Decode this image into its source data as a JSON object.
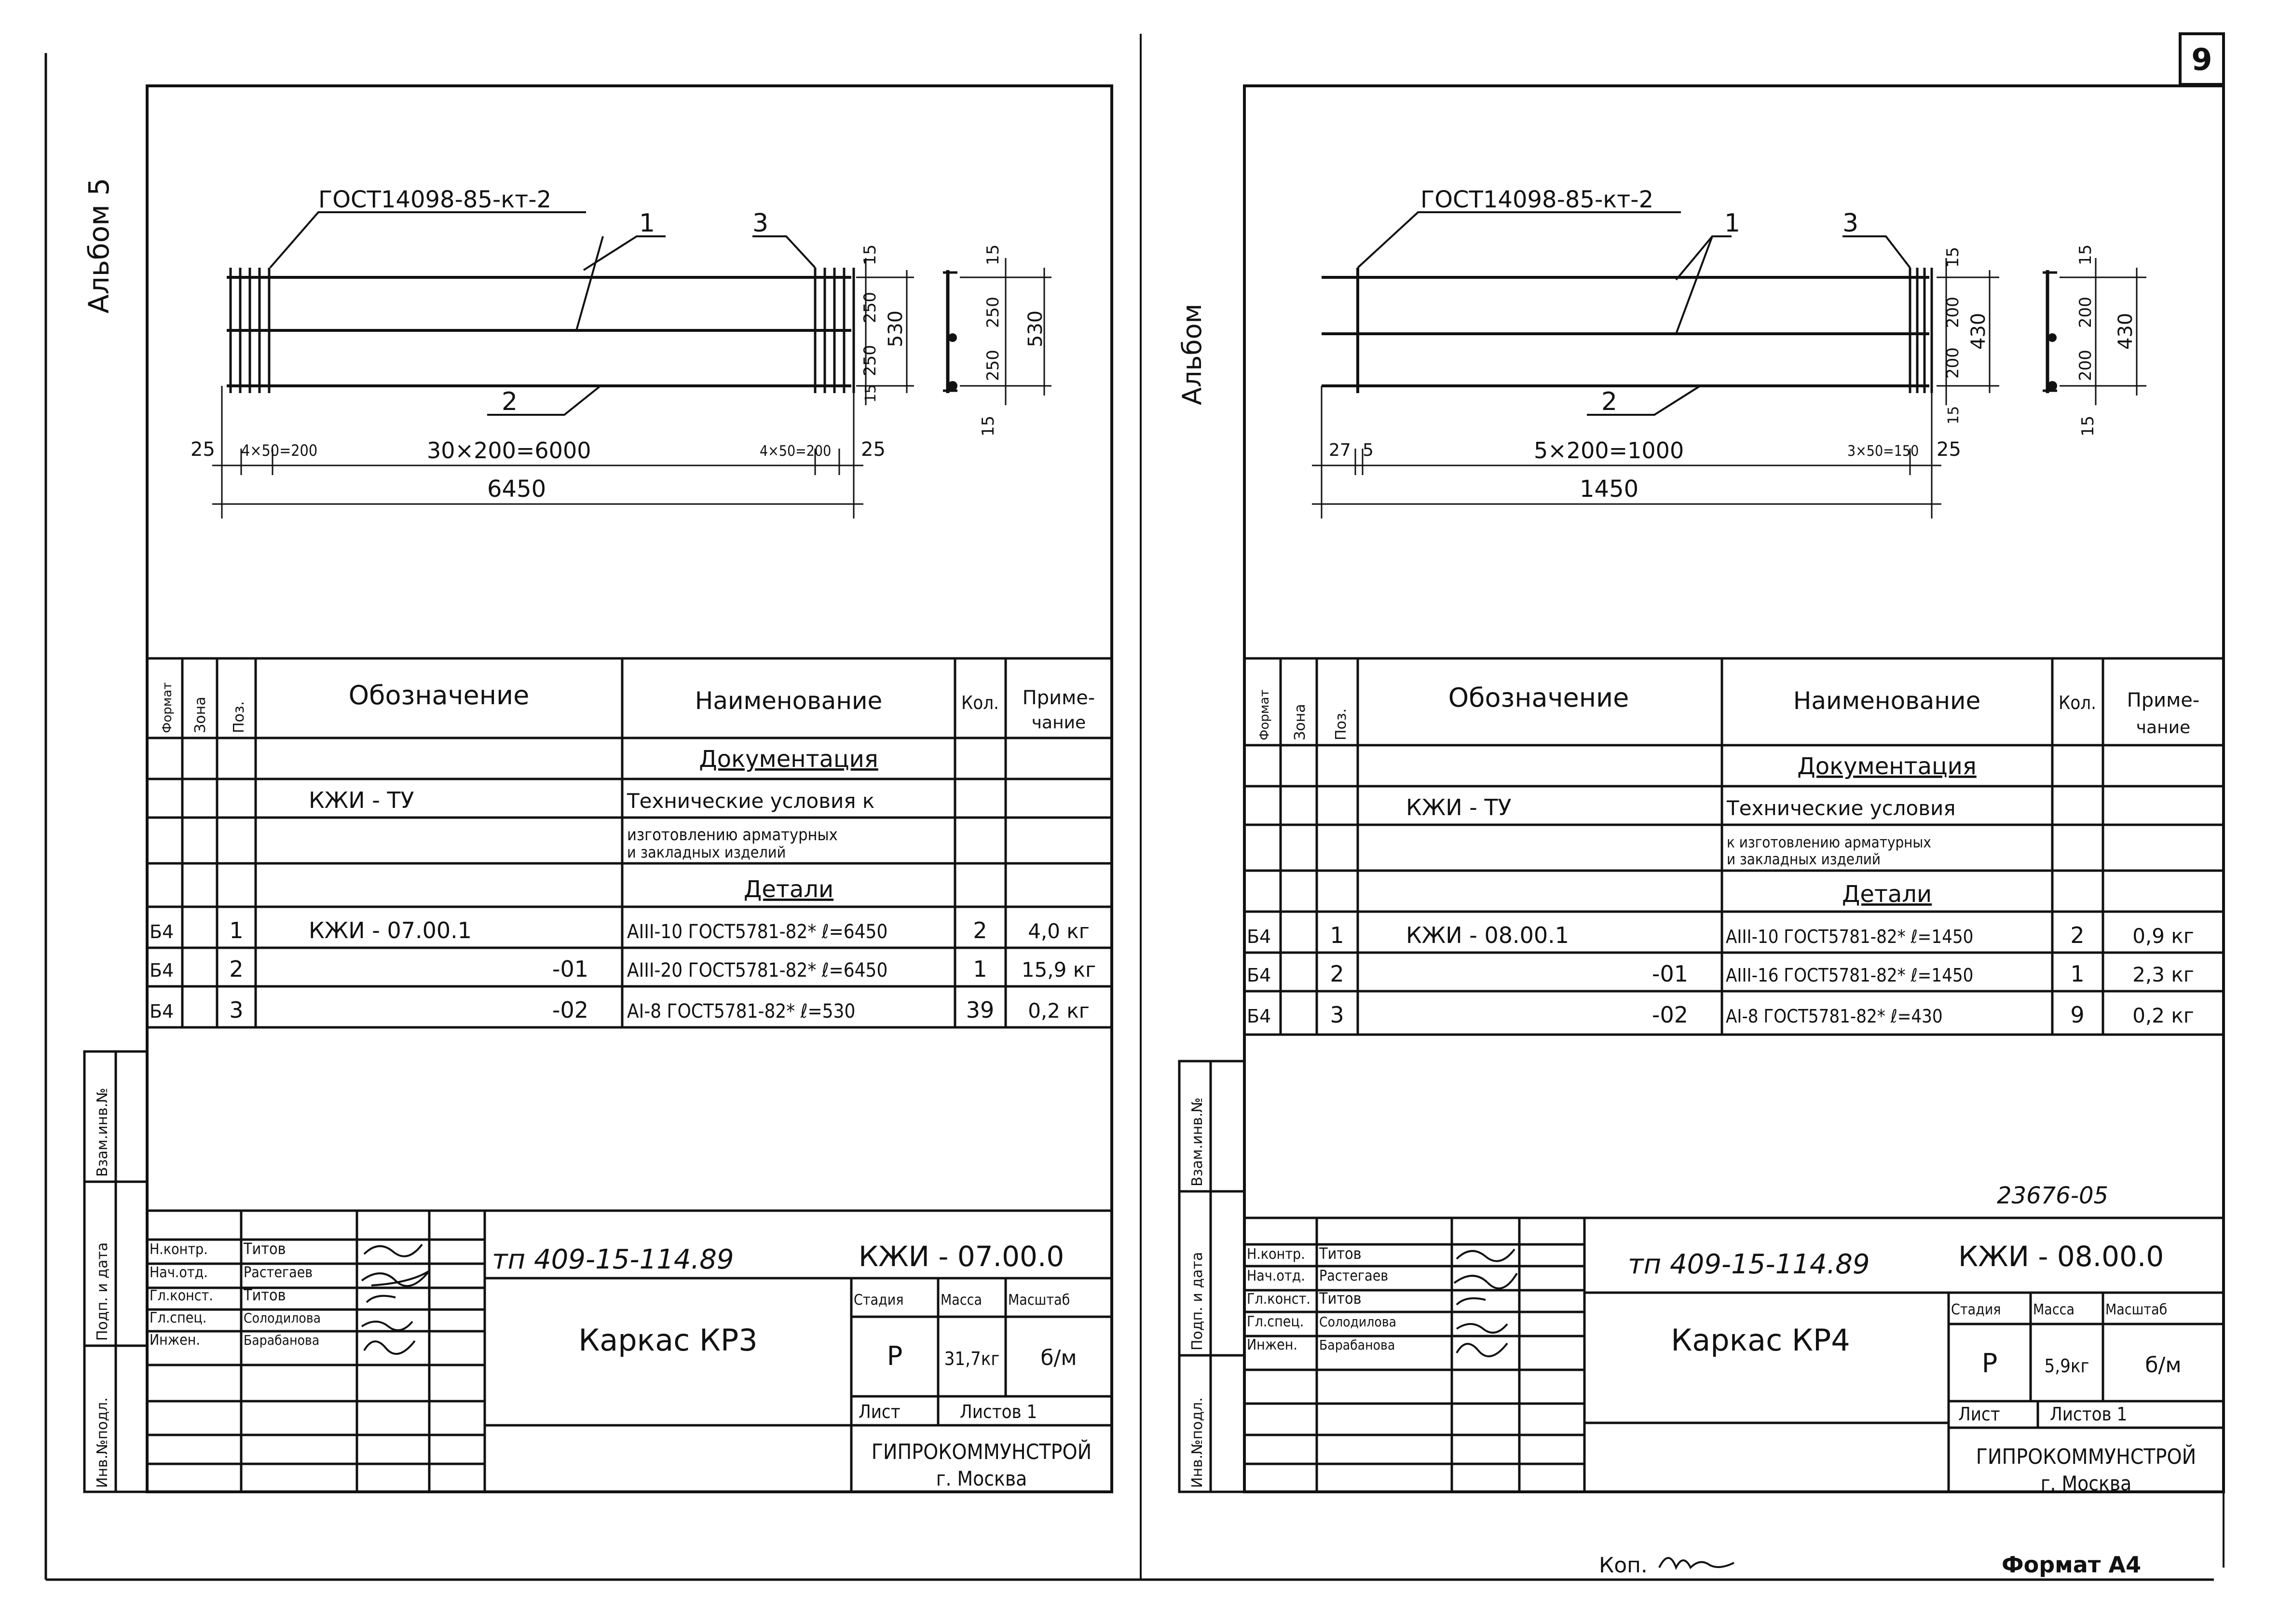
{
  "page_number": "9",
  "footer": {
    "copied": "Коп.",
    "copied_signature": "Signature",
    "format": "Формат А4"
  },
  "stamp_number": "23676-05",
  "sheets": [
    {
      "album": "Альбом 5",
      "drawing": {
        "gost_label": "ГОСТ14098-85-кт-2",
        "callouts": [
          "1",
          "2",
          "3"
        ],
        "dims_top": [
          "15",
          "250",
          "250",
          "15",
          "530"
        ],
        "dims_side": [
          "15",
          "250",
          "250",
          "15",
          "530"
        ],
        "dim_bottom": [
          "25",
          "4×50=200",
          "30×200=6000",
          "4×50=200",
          "25"
        ],
        "overall": "6450"
      },
      "spec": {
        "headers": {
          "format": "Формат",
          "zone": "Зона",
          "pos": "Поз.",
          "designation": "Обозначение",
          "name": "Наименование",
          "qty": "Кол.",
          "note_1": "Приме-",
          "note_2": "чание"
        },
        "section_docs": "Документация",
        "doc_designation": "КЖИ - ТУ",
        "doc_name_1": "Технические условия к",
        "doc_name_2": "изготовлению арматурных",
        "doc_name_3": "и закладных изделий",
        "section_parts": "Детали",
        "rows": [
          {
            "format": "Б4",
            "pos": "1",
            "designation": "КЖИ - 07.00.1",
            "name": "АIII-10 ГОСТ5781-82* ℓ=6450",
            "qty": "2",
            "note": "4,0 кг"
          },
          {
            "format": "Б4",
            "pos": "2",
            "designation": "-01",
            "name": "АIII-20 ГОСТ5781-82* ℓ=6450",
            "qty": "1",
            "note": "15,9 кг"
          },
          {
            "format": "Б4",
            "pos": "3",
            "designation": "-02",
            "name": "АI-8 ГОСТ5781-82* ℓ=530",
            "qty": "39",
            "note": "0,2 кг"
          }
        ]
      },
      "side_labels": [
        "Взам.инв.№",
        "Подп. и дата",
        "Инв.№подл."
      ],
      "title_block": {
        "project": "тп 409-15-114.89",
        "code": "КЖИ - 07.00.0",
        "title": "Каркас КР3",
        "staff": [
          {
            "role": "Н.контр.",
            "name": "Титов"
          },
          {
            "role": "Нач.отд.",
            "name": "Растегаев"
          },
          {
            "role": "Гл.конст.",
            "name": "Титов"
          },
          {
            "role": "Гл.спец.",
            "name": "Солодилова"
          },
          {
            "role": "Инжен.",
            "name": "Барабанова"
          }
        ],
        "stage_label": "Стадия",
        "mass_label": "Масса",
        "scale_label": "Масштаб",
        "stage": "Р",
        "mass": "31,7кг",
        "scale": "б/м",
        "sheet_label": "Лист",
        "sheets_label": "Листов 1",
        "org": "ГИПРОКОММУНСТРОЙ",
        "city": "г. Москва"
      }
    },
    {
      "album": "Альбом",
      "drawing": {
        "gost_label": "ГОСТ14098-85-кт-2",
        "callouts": [
          "1",
          "2",
          "3"
        ],
        "dims_top": [
          "15",
          "200",
          "200",
          "15",
          "430"
        ],
        "dims_side": [
          "15",
          "200",
          "200",
          "15",
          "430"
        ],
        "dim_bottom": [
          "27",
          "5",
          "5×200=1000",
          "3×50=150",
          "25"
        ],
        "overall": "1450"
      },
      "spec": {
        "headers": {
          "format": "Формат",
          "zone": "Зона",
          "pos": "Поз.",
          "designation": "Обозначение",
          "name": "Наименование",
          "qty": "Кол.",
          "note_1": "Приме-",
          "note_2": "чание"
        },
        "section_docs": "Документация",
        "doc_designation": "КЖИ - ТУ",
        "doc_name_1": "Технические условия",
        "doc_name_2": "к изготовлению арматурных",
        "doc_name_3": "и закладных изделий",
        "section_parts": "Детали",
        "rows": [
          {
            "format": "Б4",
            "pos": "1",
            "designation": "КЖИ - 08.00.1",
            "name": "АIII-10 ГОСТ5781-82* ℓ=1450",
            "qty": "2",
            "note": "0,9 кг"
          },
          {
            "format": "Б4",
            "pos": "2",
            "designation": "-01",
            "name": "АIII-16 ГОСТ5781-82* ℓ=1450",
            "qty": "1",
            "note": "2,3 кг"
          },
          {
            "format": "Б4",
            "pos": "3",
            "designation": "-02",
            "name": "АI-8 ГОСТ5781-82* ℓ=430",
            "qty": "9",
            "note": "0,2 кг"
          }
        ]
      },
      "side_labels": [
        "Взам.инв.№",
        "Подп. и дата",
        "Инв.№подл."
      ],
      "title_block": {
        "project": "тп 409-15-114.89",
        "code": "КЖИ - 08.00.0",
        "title": "Каркас КР4",
        "staff": [
          {
            "role": "Н.контр.",
            "name": "Титов"
          },
          {
            "role": "Нач.отд.",
            "name": "Растегаев"
          },
          {
            "role": "Гл.конст.",
            "name": "Титов"
          },
          {
            "role": "Гл.спец.",
            "name": "Солодилова"
          },
          {
            "role": "Инжен.",
            "name": "Барабанова"
          }
        ],
        "stage_label": "Стадия",
        "mass_label": "Масса",
        "scale_label": "Масштаб",
        "stage": "Р",
        "mass": "5,9кг",
        "scale": "б/м",
        "sheet_label": "Лист",
        "sheets_label": "Листов 1",
        "org": "ГИПРОКОММУНСТРОЙ",
        "city": "г. Москва"
      }
    }
  ]
}
